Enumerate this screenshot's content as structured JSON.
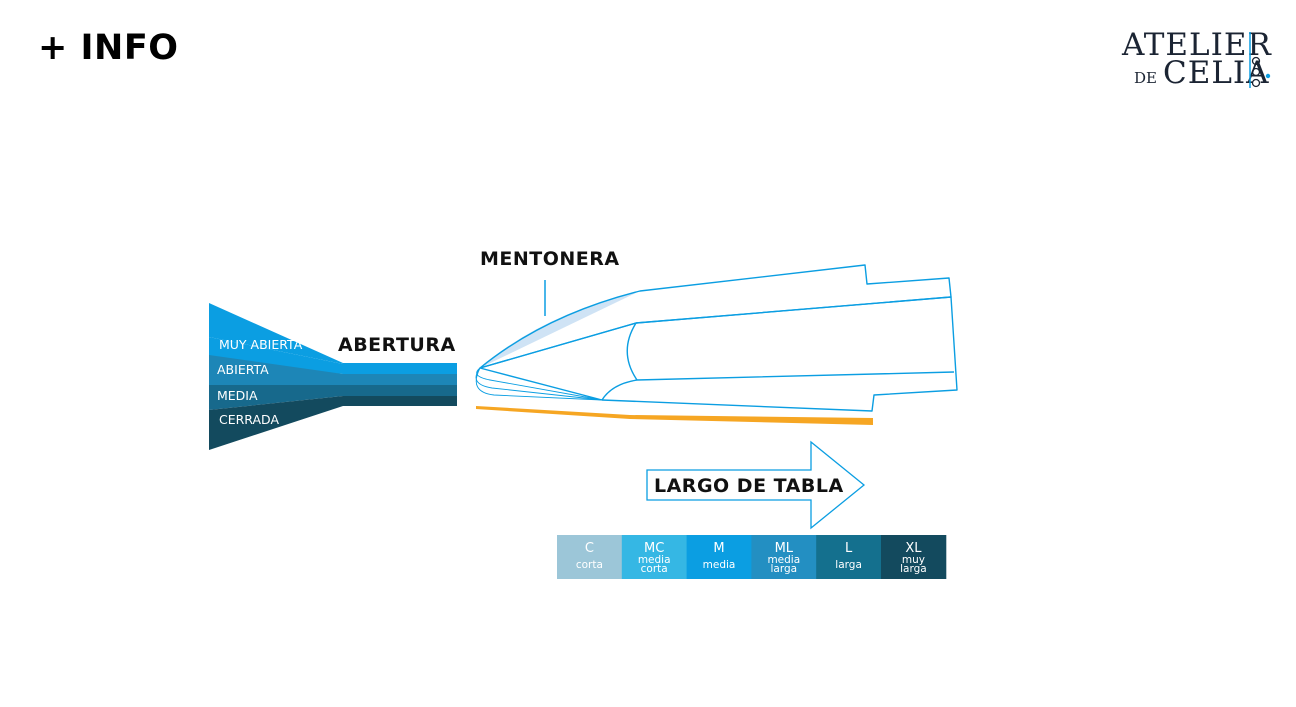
{
  "header": {
    "title": "+ INFO"
  },
  "logo": {
    "line1": "ATELIER",
    "line2_prefix": "DE",
    "line2": "CELIA"
  },
  "labels": {
    "mentonera": "MENTONERA",
    "abertura": "ABERTURA",
    "largo_de_tabla": "LARGO DE TABLA"
  },
  "abertura_levels": [
    {
      "label": "MUY ABIERTA",
      "color": "#0b9ee2"
    },
    {
      "label": "ABIERTA",
      "color": "#1d86b7"
    },
    {
      "label": "MEDIA",
      "color": "#17698c"
    },
    {
      "label": "CERRADA",
      "color": "#134a5e"
    }
  ],
  "largo_scale": [
    {
      "code": "C",
      "sub": [
        "corta"
      ],
      "color": "#9cc6d8"
    },
    {
      "code": "MC",
      "sub": [
        "media",
        "corta"
      ],
      "color": "#35b7e4"
    },
    {
      "code": "M",
      "sub": [
        "media"
      ],
      "color": "#0b9ee2"
    },
    {
      "code": "ML",
      "sub": [
        "media",
        "larga"
      ],
      "color": "#238fc2"
    },
    {
      "code": "L",
      "sub": [
        "larga"
      ],
      "color": "#14708e"
    },
    {
      "code": "XL",
      "sub": [
        "muy",
        "larga"
      ],
      "color": "#134a5e"
    }
  ],
  "colors": {
    "outline": "#0b9ee2",
    "mentonera_fill": "#cfe3f5",
    "tabla": "#f6a623"
  }
}
